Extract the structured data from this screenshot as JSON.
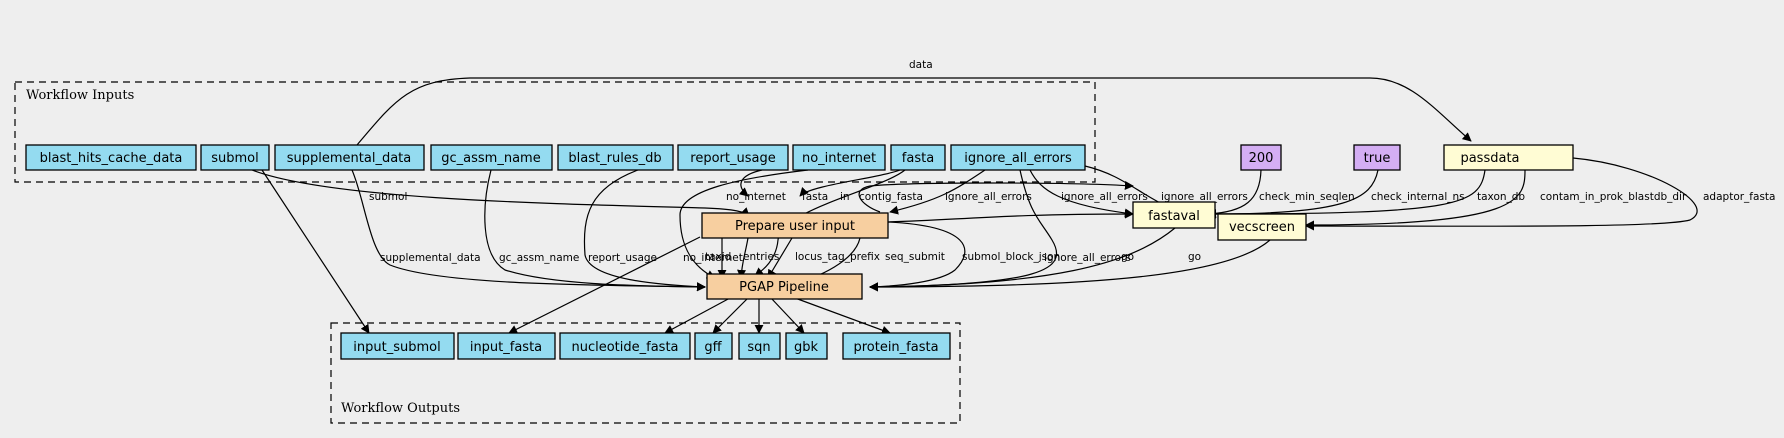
{
  "clusters": {
    "inputs": "Workflow Inputs",
    "outputs": "Workflow Outputs"
  },
  "colors": {
    "background": "#eeeeee",
    "io_node": "#94dbf0",
    "step_node": "#f7cfa0",
    "constant_node": "#d4aef4",
    "helper_node": "#fffcd4"
  },
  "inputs": [
    "blast_hits_cache_data",
    "submol",
    "supplemental_data",
    "gc_assm_name",
    "blast_rules_db",
    "report_usage",
    "no_internet",
    "fasta",
    "ignore_all_errors"
  ],
  "constants": [
    "200",
    "true"
  ],
  "helpers": [
    "passdata",
    "fastaval",
    "vecscreen"
  ],
  "steps": [
    "Prepare user input",
    "PGAP Pipeline"
  ],
  "outputs": [
    "input_submol",
    "input_fasta",
    "nucleotide_fasta",
    "gff",
    "sqn",
    "gbk",
    "protein_fasta"
  ],
  "edge_labels": {
    "data": "data",
    "submol": "submol",
    "supplemental_data": "supplemental_data",
    "gc_assm_name": "gc_assm_name",
    "report_usage": "report_usage",
    "no_internet_prep": "no_internet",
    "no_internet_pgap": "no_internet",
    "fasta": "fasta",
    "in": "in",
    "contig_fasta": "contig_fasta",
    "ignore_prep": "ignore_all_errors",
    "ignore_fastaval": "ignore_all_errors",
    "ignore_vecscreen": "ignore_all_errors",
    "ignore_pgap": "ignore_all_errors",
    "check_min_seqlen": "check_min_seqlen",
    "check_internal_ns": "check_internal_ns",
    "taxon_db": "taxon_db",
    "contam": "contam_in_prok_blastdb_dir",
    "adaptor": "adaptor_fasta",
    "taxid": "taxid",
    "entries": "entries",
    "locus_tag_prefix": "locus_tag_prefix",
    "seq_submit": "seq_submit",
    "submol_block_json": "submol_block_json",
    "go_fastaval": "go",
    "go_vecscreen": "go"
  }
}
